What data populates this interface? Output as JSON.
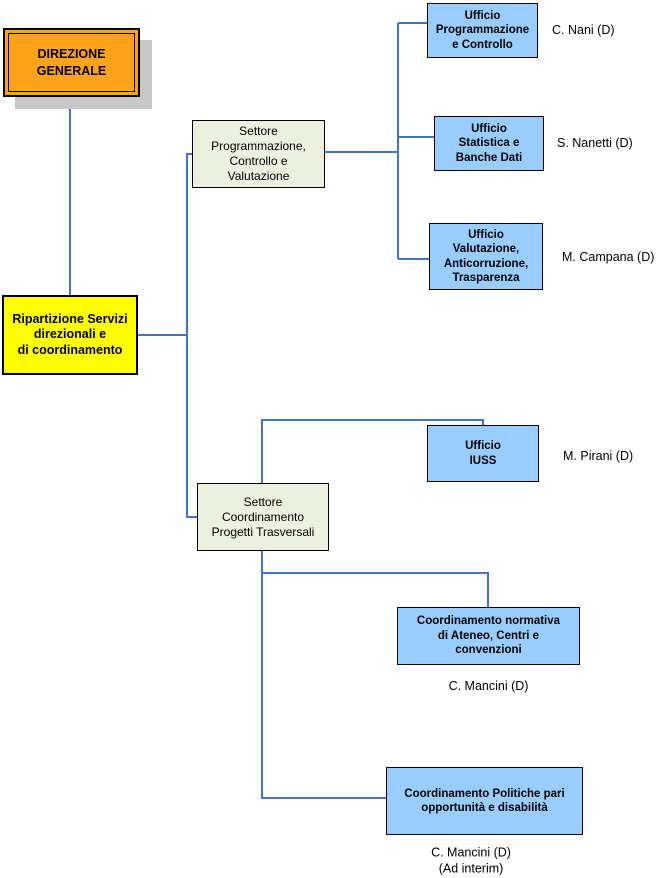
{
  "palette": {
    "direzione_fill": "#FFA31A",
    "ripartizione_fill": "#FFFF00",
    "settore_fill": "#EBF1DE",
    "ufficio_fill": "#99CCFF",
    "connector_line": "#4472C4",
    "box_border": "#000000",
    "shadow": "#C8C8C8"
  },
  "org": {
    "direzione": {
      "label": "DIREZIONE\nGENERALE"
    },
    "ripartizione": {
      "label": "Ripartizione Servizi\ndirezionali e\ndi coordinamento"
    },
    "settore_programmazione": {
      "label": "Settore\nProgrammazione,\nControllo e\nValutazione"
    },
    "settore_coordinamento": {
      "label": "Settore\nCoordinamento\nProgetti Trasversali"
    },
    "ufficio_programmazione": {
      "label": "Ufficio\nProgrammazione\ne Controllo",
      "manager": "C. Nani (D)"
    },
    "ufficio_statistica": {
      "label": "Ufficio\nStatistica e\nBanche Dati",
      "manager": "S. Nanetti (D)"
    },
    "ufficio_valutazione": {
      "label": "Ufficio\nValutazione,\nAnticorruzione,\nTrasparenza",
      "manager": "M. Campana (D)"
    },
    "ufficio_iuss": {
      "label": "Ufficio\nIUSS",
      "manager": "M. Pirani (D)"
    },
    "coordinamento_normativa": {
      "label": "Coordinamento normativa\ndi Ateneo, Centri e\nconvenzioni",
      "manager": "C. Mancini (D)"
    },
    "coordinamento_politiche": {
      "label": "Coordinamento Politiche pari\nopportunità e disabilità",
      "manager": "C. Mancini (D)\n(Ad interim)"
    }
  }
}
